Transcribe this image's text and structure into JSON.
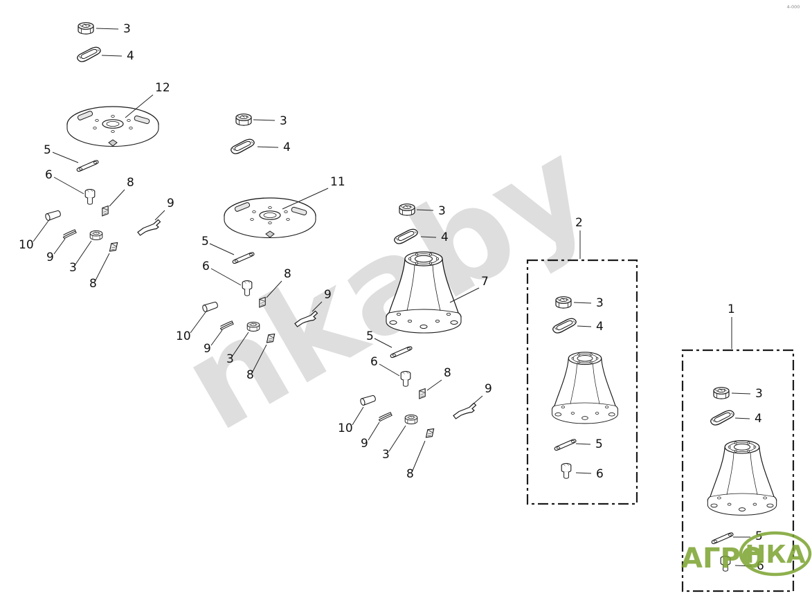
{
  "diagram": {
    "watermark_text": "nkaby",
    "corner_text": "4-000",
    "logo": {
      "word1": "АГРО",
      "word2": "НКА",
      "color": "#7ba32f"
    },
    "line_color": "#1a1a1a",
    "part_numbers": {
      "1": "1",
      "2": "2",
      "3": "3",
      "4": "4",
      "5": "5",
      "6": "6",
      "7": "7",
      "8": "8",
      "9": "9",
      "10": "10",
      "11": "11",
      "12": "12"
    }
  }
}
